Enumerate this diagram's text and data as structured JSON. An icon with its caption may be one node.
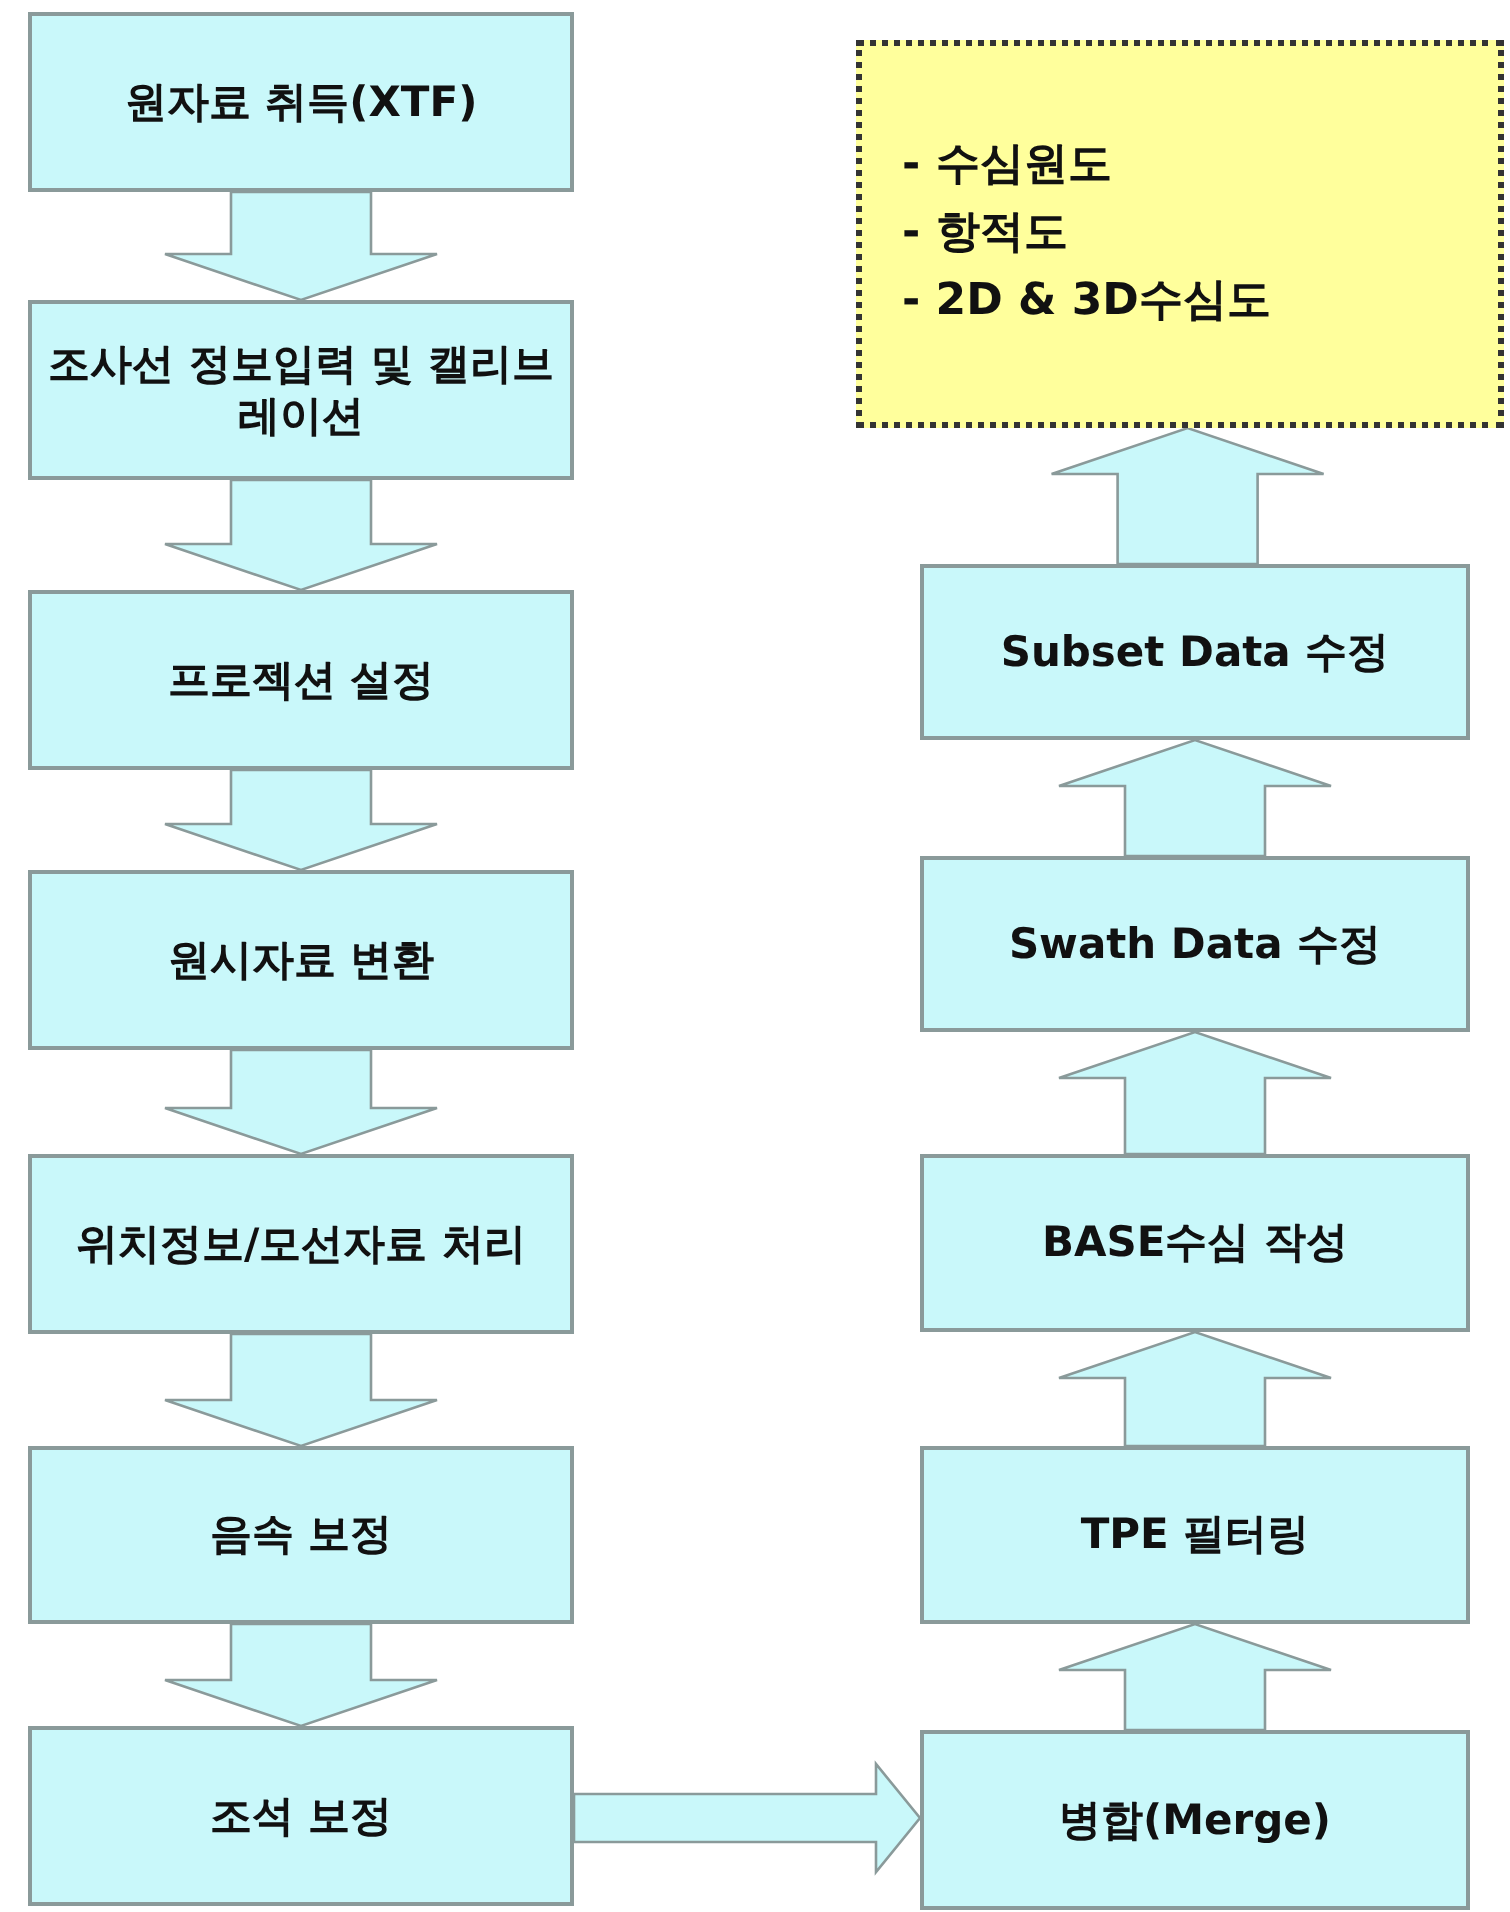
{
  "diagram": {
    "nodes": [
      {
        "text": [
          "원자료 취득(XTF)"
        ]
      },
      {
        "text": [
          "조사선 정보입력 및 캘리브레이션"
        ]
      },
      {
        "text": [
          "프로젝션 설정"
        ]
      },
      {
        "text": [
          "원시자료 변환"
        ]
      },
      {
        "text": [
          "위치정보/모선자료 처리"
        ]
      },
      {
        "text": [
          "음속 보정"
        ]
      },
      {
        "text": [
          "조석 보정"
        ]
      },
      {
        "text": [
          "- 수심원도",
          "- 항적도",
          "- 2D & 3D수심도"
        ]
      },
      {
        "text": [
          "Subset Data 수정"
        ]
      },
      {
        "text": [
          "Swath Data 수정"
        ]
      },
      {
        "text": [
          "BASE수심 작성"
        ]
      },
      {
        "text": [
          "TPE 필터링"
        ]
      },
      {
        "text": [
          "병합(Merge)"
        ]
      }
    ],
    "edges": [
      {
        "from": 0,
        "to": 1,
        "arrow": "to"
      },
      {
        "from": 1,
        "to": 2,
        "arrow": "to"
      },
      {
        "from": 2,
        "to": 3,
        "arrow": "to"
      },
      {
        "from": 3,
        "to": 4,
        "arrow": "to"
      },
      {
        "from": 4,
        "to": 5,
        "arrow": "to"
      },
      {
        "from": 5,
        "to": 6,
        "arrow": "to"
      },
      {
        "from": 6,
        "to": 12,
        "arrow": "to"
      },
      {
        "from": 12,
        "to": 11,
        "arrow": "to"
      },
      {
        "from": 11,
        "to": 10,
        "arrow": "to"
      },
      {
        "from": 10,
        "to": 9,
        "arrow": "to"
      },
      {
        "from": 9,
        "to": 8,
        "arrow": "to"
      },
      {
        "from": 8,
        "to": 7,
        "arrow": "to"
      }
    ]
  }
}
